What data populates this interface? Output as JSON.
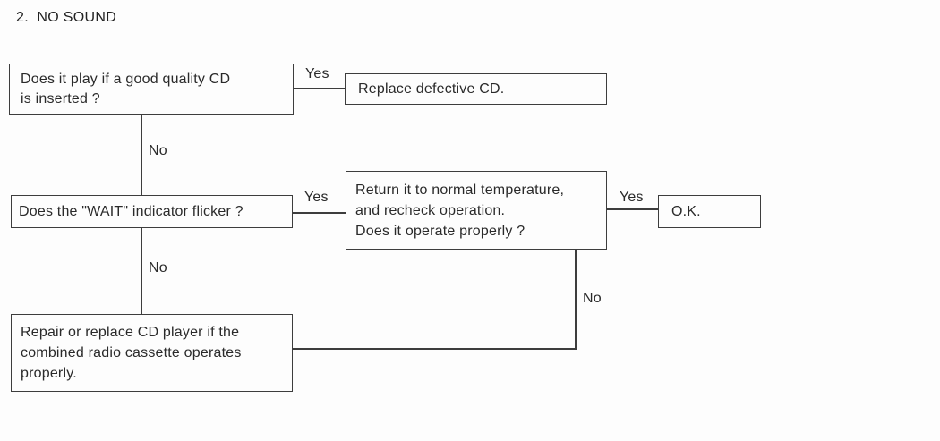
{
  "page": {
    "title": "2.  NO SOUND"
  },
  "colors": {
    "ink": "#3d3d3d",
    "text": "#2a2a2a",
    "background": "#fdfdfd"
  },
  "flowchart": {
    "type": "flowchart",
    "nodes": {
      "q1": {
        "role": "question",
        "lines": [
          "Does it play if a good quality CD",
          "is inserted ?"
        ]
      },
      "a1": {
        "role": "action",
        "lines": [
          "Replace defective CD."
        ]
      },
      "q2": {
        "role": "question",
        "lines": [
          "Does the \"WAIT\" indicator flicker ?"
        ]
      },
      "q3": {
        "role": "question",
        "lines": [
          "Return it to normal temperature,",
          "and recheck operation.",
          "Does it operate properly ?"
        ]
      },
      "ok": {
        "role": "result",
        "lines": [
          "O.K."
        ]
      },
      "a2": {
        "role": "action",
        "lines": [
          "Repair or replace CD player if the",
          "combined radio cassette operates",
          "properly."
        ]
      }
    },
    "edge_labels": {
      "q1_yes": "Yes",
      "q1_no": "No",
      "q2_yes": "Yes",
      "q2_no": "No",
      "q3_yes": "Yes",
      "q3_no": "No"
    }
  }
}
